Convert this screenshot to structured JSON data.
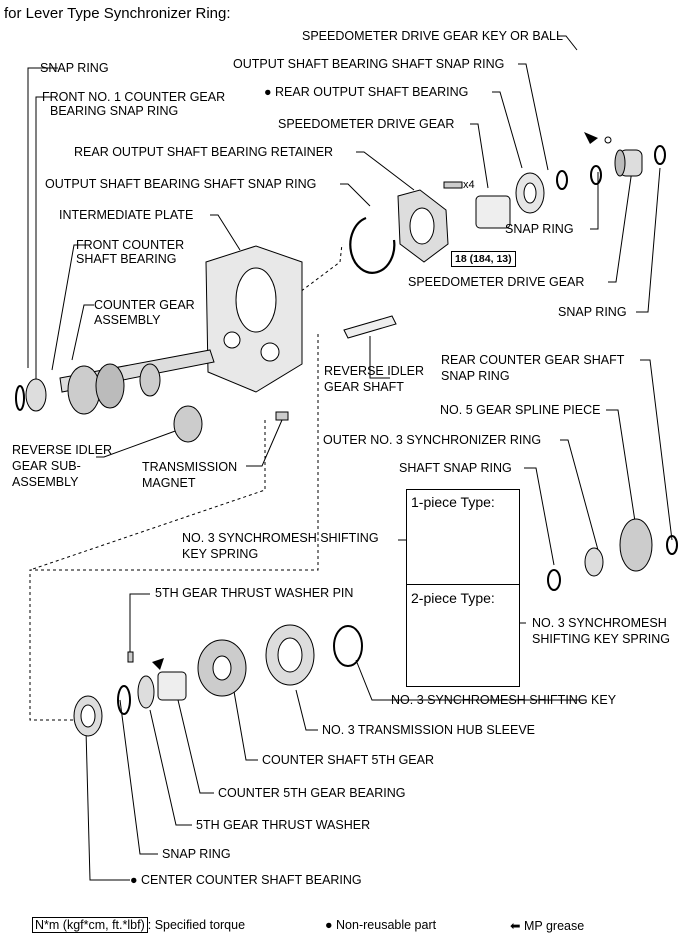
{
  "title": "for Lever Type Synchronizer Ring:",
  "labels": {
    "speedometer_key": "SPEEDOMETER DRIVE GEAR KEY OR BALL",
    "output_snap_top": "OUTPUT SHAFT BEARING SHAFT SNAP RING",
    "rear_output_bearing": "REAR OUTPUT SHAFT BEARING",
    "speedo_drive_gear_top": "SPEEDOMETER DRIVE GEAR",
    "bearing_retainer": "REAR OUTPUT SHAFT BEARING RETAINER",
    "output_snap_mid": "OUTPUT SHAFT BEARING SHAFT SNAP RING",
    "intermediate_plate": "INTERMEDIATE PLATE",
    "snap_ring_top_left": "SNAP RING",
    "front_counter_snap_1": "FRONT NO. 1 COUNTER GEAR",
    "front_counter_snap_2": "BEARING SNAP RING",
    "front_counter_bearing_1": "FRONT COUNTER",
    "front_counter_bearing_2": "SHAFT BEARING",
    "counter_gear_1": "COUNTER GEAR",
    "counter_gear_2": "ASSEMBLY",
    "snap_ring_upper_right": "SNAP RING",
    "speedo_drive_gear_low": "SPEEDOMETER DRIVE GEAR",
    "snap_ring_right": "SNAP RING",
    "reverse_idler_shaft_1": "REVERSE IDLER",
    "reverse_idler_shaft_2": "GEAR SHAFT",
    "rear_counter_snap_1": "REAR COUNTER GEAR SHAFT",
    "rear_counter_snap_2": "SNAP RING",
    "no5_spline": "NO. 5 GEAR SPLINE PIECE",
    "outer_sync_ring": "OUTER NO. 3 SYNCHRONIZER RING",
    "shaft_snap_ring": "SHAFT SNAP RING",
    "reverse_idler_sub_1": "REVERSE IDLER",
    "reverse_idler_sub_2": "GEAR SUB-",
    "reverse_idler_sub_3": "ASSEMBLY",
    "magnet_1": "TRANSMISSION",
    "magnet_2": "MAGNET",
    "key_spring_left_1": "NO. 3 SYNCHROMESH SHIFTING",
    "key_spring_left_2": "KEY SPRING",
    "key_spring_right_1": "NO. 3 SYNCHROMESH",
    "key_spring_right_2": "SHIFTING KEY SPRING",
    "thrust_washer_pin": "5TH GEAR THRUST WASHER PIN",
    "shifting_key": "NO. 3 SYNCHROMESH SHIFTING KEY",
    "hub_sleeve": "NO. 3 TRANSMISSION HUB SLEEVE",
    "counter_5th_gear": "COUNTER SHAFT 5TH GEAR",
    "counter_5th_bearing": "COUNTER 5TH GEAR BEARING",
    "thrust_washer": "5TH GEAR THRUST WASHER",
    "snap_ring_bottom": "SNAP RING",
    "center_bearing": "CENTER COUNTER SHAFT BEARING"
  },
  "box": {
    "one_piece": "1-piece Type:",
    "two_piece": "2-piece Type:"
  },
  "torque": "18 (184, 13)",
  "bolt_qty": "x4",
  "legend": {
    "torque_box": "N*m (kgf*cm, ft.*lbf)",
    "torque_text": ": Specified torque",
    "nonreusable": "Non-reusable part",
    "grease": "MP grease"
  }
}
